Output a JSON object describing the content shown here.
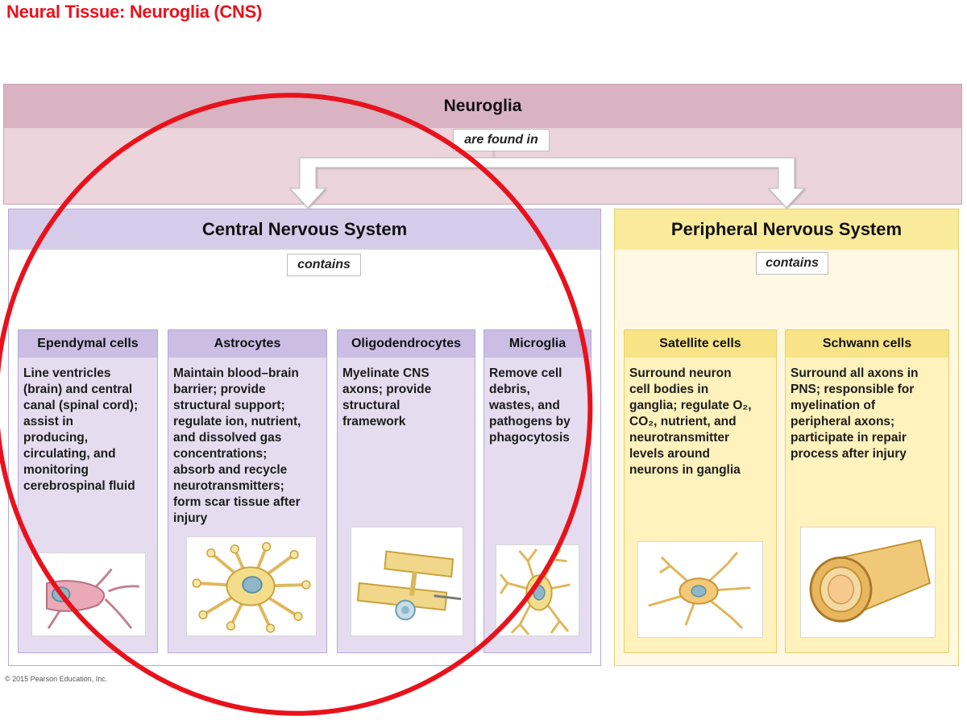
{
  "slide_title": "Neural Tissue: Neuroglia (CNS)",
  "root": {
    "title": "Neuroglia",
    "connector": "are found in"
  },
  "cns": {
    "title": "Central Nervous System",
    "connector": "contains",
    "cells": [
      {
        "name": "Ependymal cells",
        "lines": [
          "Line ventricles",
          "(brain) and central",
          "canal (spinal cord);",
          "assist in",
          "producing,",
          "circulating, and",
          "monitoring",
          "cerebrospinal fluid"
        ],
        "icon": "ependymal-cell-icon"
      },
      {
        "name": "Astrocytes",
        "lines": [
          "Maintain blood–brain",
          "barrier; provide",
          "structural support;",
          "regulate ion, nutrient,",
          "and dissolved gas",
          "concentrations;",
          "absorb and recycle",
          "neurotransmitters;",
          "form scar tissue after",
          "injury"
        ],
        "icon": "astrocyte-icon"
      },
      {
        "name": "Oligodendrocytes",
        "lines": [
          "Myelinate CNS",
          "axons; provide",
          "structural",
          "framework"
        ],
        "icon": "oligodendrocyte-icon"
      },
      {
        "name": "Microglia",
        "lines": [
          "Remove cell",
          "debris,",
          "wastes, and",
          "pathogens by",
          "phagocytosis"
        ],
        "icon": "microglia-icon"
      }
    ]
  },
  "pns": {
    "title": "Peripheral Nervous System",
    "connector": "contains",
    "cells": [
      {
        "name": "Satellite cells",
        "lines": [
          "Surround neuron",
          "cell bodies in",
          "ganglia; regulate O₂,",
          "CO₂, nutrient, and",
          "neurotransmitter",
          "levels around",
          "neurons in ganglia"
        ],
        "icon": "satellite-cell-icon"
      },
      {
        "name": "Schwann cells",
        "lines": [
          "Surround all axons in",
          "PNS; responsible for",
          "myelination of",
          "peripheral axons;",
          "participate in repair",
          "process after injury"
        ],
        "icon": "schwann-cell-icon"
      }
    ]
  },
  "copyright": "© 2015 Pearson Education, Inc.",
  "colors": {
    "title_red": "#e8121c",
    "annotation_circle": "#e8121c",
    "neuroglia_band": "#d9b3c1",
    "cns_header": "#d5cce9",
    "pns_header": "#faeb9c",
    "cns_card": "#e5dcef",
    "pns_card": "#fff2bd"
  }
}
